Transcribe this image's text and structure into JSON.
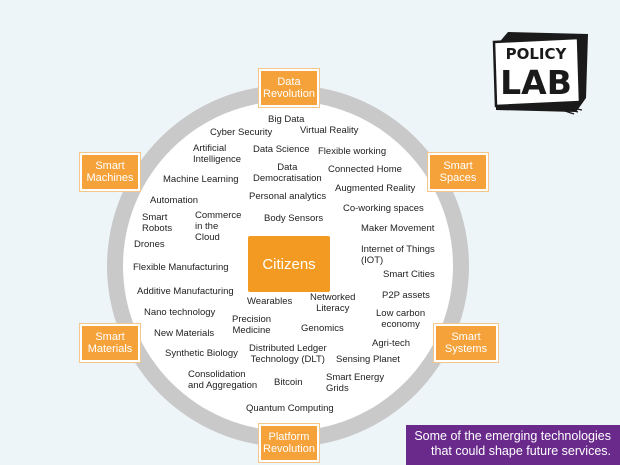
{
  "center": "Citizens",
  "categories": {
    "data_revolution": "Data\nRevolution",
    "smart_machines": "Smart\nMachines",
    "smart_spaces": "Smart\nSpaces",
    "smart_materials": "Smart\nMaterials",
    "smart_systems": "Smart\nSystems",
    "platform_revolution": "Platform\nRevolution"
  },
  "terms": {
    "big_data": "Big Data",
    "cyber_security": "Cyber Security",
    "virtual_reality": "Virtual Reality",
    "artificial_intelligence": "Artificial\nIntelligence",
    "data_science": "Data Science",
    "flexible_working": "Flexible working",
    "data_democratisation": "Data\nDemocratisation",
    "connected_home": "Connected Home",
    "machine_learning": "Machine Learning",
    "personal_analytics": "Personal analytics",
    "augmented_reality": "Augmented Reality",
    "automation": "Automation",
    "co_working": "Co-working spaces",
    "smart_robots": "Smart\nRobots",
    "commerce_cloud": "Commerce\nin the\nCloud",
    "body_sensors": "Body Sensors",
    "maker_movement": "Maker Movement",
    "drones": "Drones",
    "iot": "Internet of Things\n(IOT)",
    "flexible_manufacturing": "Flexible Manufacturing",
    "smart_cities": "Smart Cities",
    "additive_manufacturing": "Additive Manufacturing",
    "wearables": "Wearables",
    "networked_literacy": "Networked\nLiteracy",
    "p2p_assets": "P2P assets",
    "nano_technology": "Nano technology",
    "precision_medicine": "Precision\nMedicine",
    "low_carbon": "Low carbon\neconomy",
    "new_materials": "New Materials",
    "genomics": "Genomics",
    "agri_tech": "Agri-tech",
    "synthetic_biology": "Synthetic Biology",
    "dlt": "Distributed Ledger\nTechnology (DLT)",
    "sensing_planet": "Sensing Planet",
    "consolidation": "Consolidation\nand Aggregation",
    "bitcoin": "Bitcoin",
    "smart_energy_grids": "Smart Energy\nGrids",
    "quantum_computing": "Quantum Computing"
  },
  "logo": {
    "line1": "POLICY",
    "line2": "LAB"
  },
  "caption": "Some of the emerging technologies\nthat could shape future services.",
  "colors": {
    "accent": "#f5a23a",
    "ring": "#c9c9c9",
    "caption_bg": "#6a2a8c"
  }
}
